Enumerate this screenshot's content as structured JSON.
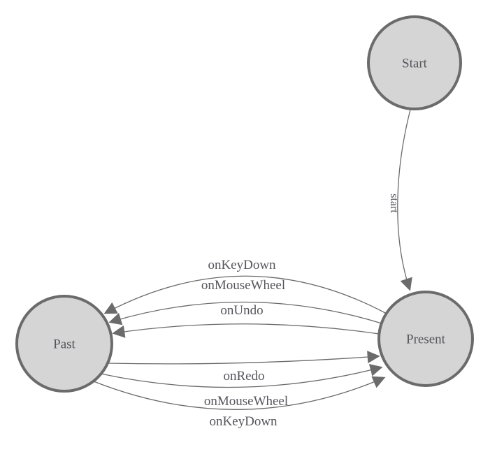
{
  "diagram": {
    "type": "state-machine",
    "colors": {
      "background": "#ffffff",
      "node_fill": "#d5d5d5",
      "node_stroke": "#6b6b6b",
      "edge_stroke": "#6b6b6b",
      "arrowhead_fill": "#6b6b6b",
      "label_text": "#55555c"
    },
    "nodes": [
      {
        "id": "start",
        "label": "Start"
      },
      {
        "id": "present",
        "label": "Present"
      },
      {
        "id": "past",
        "label": "Past"
      }
    ],
    "edges": [
      {
        "from": "Start",
        "to": "Present",
        "label": "start"
      },
      {
        "from": "Present",
        "to": "Past",
        "label": "onKeyDown"
      },
      {
        "from": "Present",
        "to": "Past",
        "label": "onMouseWheel"
      },
      {
        "from": "Present",
        "to": "Past",
        "label": "onUndo"
      },
      {
        "from": "Past",
        "to": "Present",
        "label": "onRedo"
      },
      {
        "from": "Past",
        "to": "Present",
        "label": "onMouseWheel"
      },
      {
        "from": "Past",
        "to": "Present",
        "label": "onKeyDown"
      }
    ]
  }
}
